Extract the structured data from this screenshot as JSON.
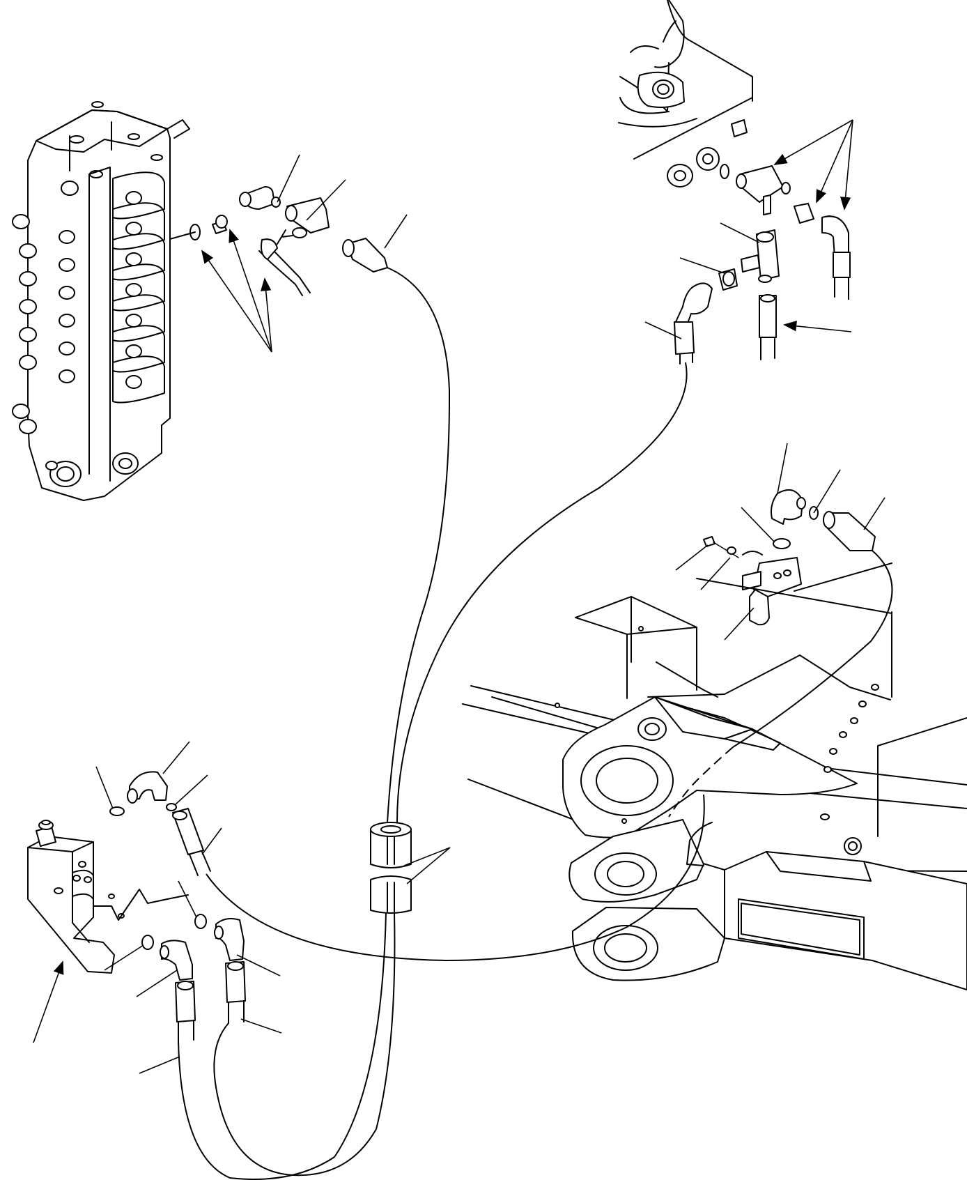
{
  "diagram": {
    "kind": "exploded-parts-illustration",
    "line_color": "#000000",
    "background": "#ffffff",
    "callout_labels": [],
    "components": [
      {
        "id": "control-valve",
        "icon": "valve-block"
      },
      {
        "id": "travel-alarm-switch",
        "icon": "pressure-switch"
      },
      {
        "id": "selector-valve-block",
        "icon": "valve-block"
      },
      {
        "id": "hose-clamp",
        "icon": "clamp"
      },
      {
        "id": "boom-bracket",
        "icon": "frame"
      },
      {
        "id": "tee-fittings",
        "icon": "tee-fitting"
      },
      {
        "id": "elbow-fittings",
        "icon": "elbow-fitting"
      },
      {
        "id": "hoses",
        "icon": "hose"
      }
    ]
  }
}
